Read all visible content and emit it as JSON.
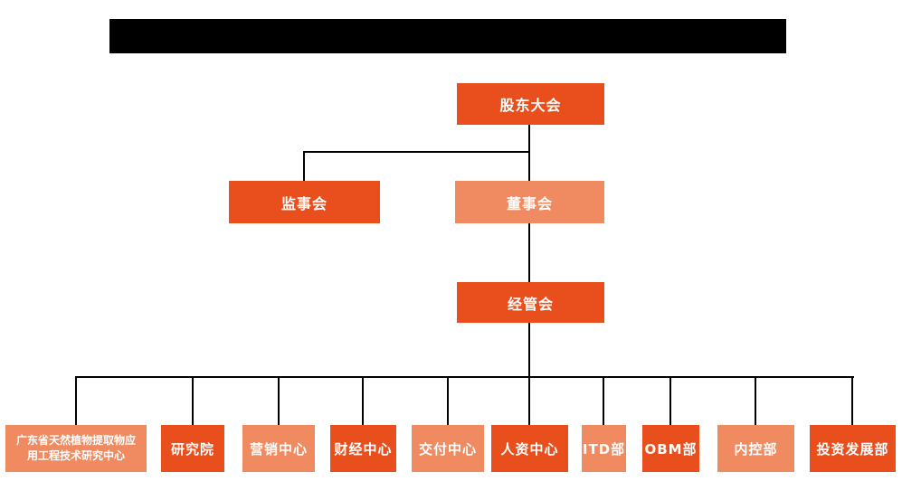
{
  "header": {
    "bar_color": "#000000"
  },
  "org_chart": {
    "colors": {
      "primary": "#e84f1d",
      "secondary": "#ef8a61",
      "connector": "#000000"
    },
    "nodes": {
      "shareholders": {
        "label": "股东大会",
        "tone": "primary"
      },
      "supervisory": {
        "label": "监事会",
        "tone": "primary"
      },
      "board": {
        "label": "董事会",
        "tone": "secondary"
      },
      "management": {
        "label": "经管会",
        "tone": "primary"
      }
    },
    "departments": [
      {
        "label": "广东省天然植物提取物应用工程技术研究中心",
        "line1": "广东省天然植物提取物应",
        "line2": "用工程技术研究中心",
        "tone": "secondary"
      },
      {
        "label": "研究院",
        "tone": "primary"
      },
      {
        "label": "营销中心",
        "tone": "secondary"
      },
      {
        "label": "财经中心",
        "tone": "primary"
      },
      {
        "label": "交付中心",
        "tone": "secondary"
      },
      {
        "label": "人资中心",
        "tone": "primary"
      },
      {
        "label": "ITD部",
        "tone": "secondary"
      },
      {
        "label": "OBM部",
        "tone": "primary"
      },
      {
        "label": "内控部",
        "tone": "secondary"
      },
      {
        "label": "投资发展部",
        "tone": "primary"
      }
    ]
  }
}
